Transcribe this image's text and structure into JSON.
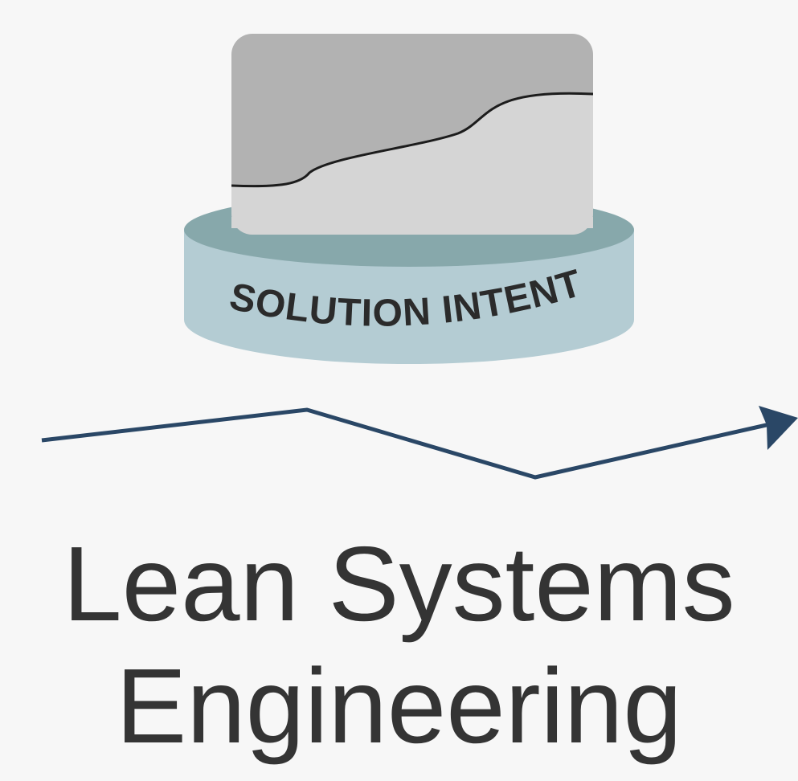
{
  "diagram": {
    "solution_intent_label": "SOLUTION INTENT",
    "title_line_1": "Lean Systems",
    "title_line_2": "Engineering"
  },
  "colors": {
    "background": "#f7f7f7",
    "card_dark": "#b2b2b2",
    "card_light": "#d5d5d5",
    "disc_top": "#87a8ab",
    "disc_side": "#b4ccd3",
    "arrow": "#2a4766",
    "text": "#343434"
  }
}
